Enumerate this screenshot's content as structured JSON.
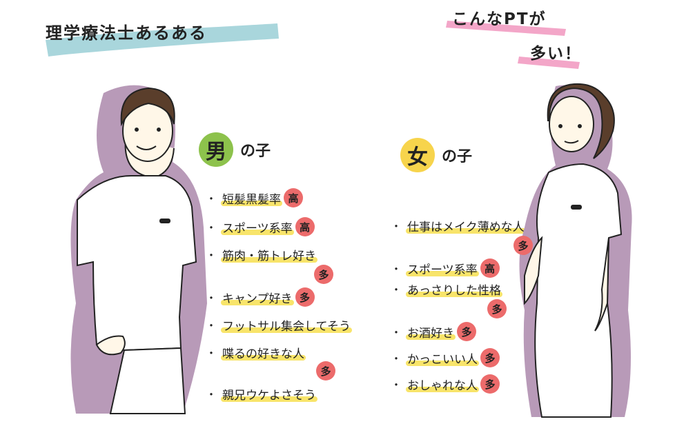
{
  "title_left": "理学療法士あるある",
  "title_right_line1": "こんなPTが",
  "title_right_line2": "多い！",
  "male": {
    "heading_kanji": "男",
    "heading_suffix": "の子",
    "items": [
      {
        "text": "短髪黒髪率",
        "badge": "高"
      },
      {
        "text": "スポーツ系率",
        "badge": "高"
      },
      {
        "text": "筋肉・筋トレ好き",
        "badge": "多"
      },
      {
        "text": "キャンプ好き",
        "badge": "多"
      },
      {
        "text": "フットサル集会してそう",
        "badge": ""
      },
      {
        "text": "喋るの好きな人",
        "badge": "多"
      },
      {
        "text": "親兄ウケよさそう",
        "badge": ""
      }
    ]
  },
  "female": {
    "heading_kanji": "女",
    "heading_suffix": "の子",
    "items": [
      {
        "text": "仕事はメイク薄めな人",
        "badge": "多"
      },
      {
        "text": "スポーツ系率",
        "badge": "高"
      },
      {
        "text": "あっさりした性格",
        "badge": "多"
      },
      {
        "text": "お酒好き",
        "badge": "多"
      },
      {
        "text": "かっこいい人",
        "badge": "多"
      },
      {
        "text": "おしゃれな人",
        "badge": "多"
      }
    ]
  },
  "colors": {
    "title_highlight_left": "#a9d6dc",
    "title_highlight_right": "#f3a6c8",
    "male_circle": "#8dc24c",
    "female_circle": "#f7d44c",
    "badge": "#ec6b6b",
    "underline": "#f8e46a",
    "shadow": "#b89ab8"
  }
}
